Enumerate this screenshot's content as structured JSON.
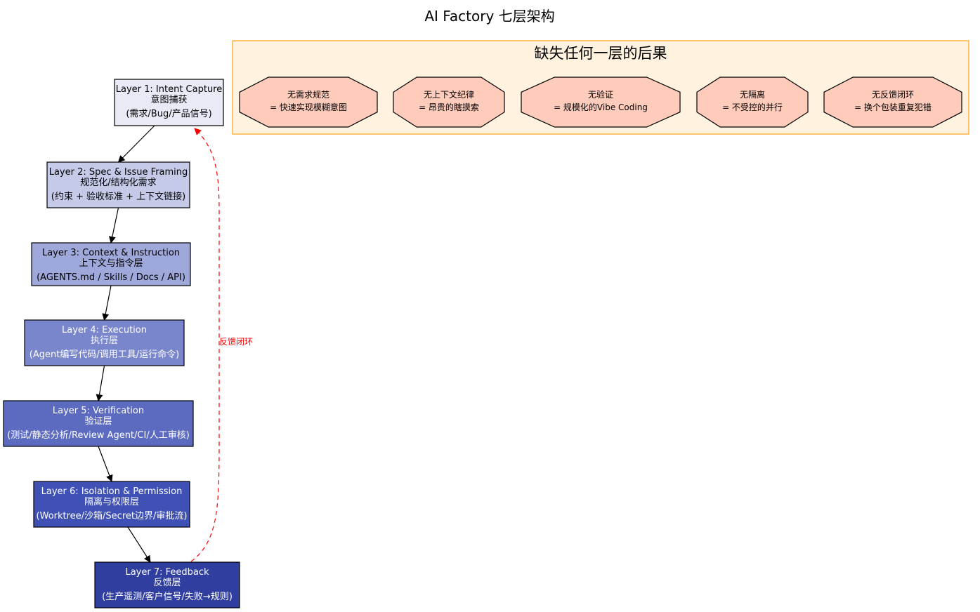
{
  "title": "AI Factory 七层架构",
  "layers": [
    {
      "line1": "Layer 1: Intent Capture",
      "line2": "意图捕获",
      "line3": "(需求/Bug/产品信号)",
      "fill": "#e8eaf6",
      "text_color": "#000000"
    },
    {
      "line1": "Layer 2: Spec & Issue Framing",
      "line2": "规范化/结构化需求",
      "line3": "(约束 + 验收标准 + 上下文链接)",
      "fill": "#c5cae9",
      "text_color": "#000000"
    },
    {
      "line1": "Layer 3: Context & Instruction",
      "line2": "上下文与指令层",
      "line3": "(AGENTS.md / Skills / Docs / API)",
      "fill": "#9fa8da",
      "text_color": "#000000"
    },
    {
      "line1": "Layer 4: Execution",
      "line2": "执行层",
      "line3": "(Agent编写代码/调用工具/运行命令)",
      "fill": "#7986cb",
      "text_color": "#ffffff"
    },
    {
      "line1": "Layer 5: Verification",
      "line2": "验证层",
      "line3": "(测试/静态分析/Review Agent/CI/人工审核)",
      "fill": "#5c6bc0",
      "text_color": "#ffffff"
    },
    {
      "line1": "Layer 6: Isolation & Permission",
      "line2": "隔离与权限层",
      "line3": "(Worktree/沙箱/Secret边界/审批流)",
      "fill": "#3f51b5",
      "text_color": "#ffffff"
    },
    {
      "line1": "Layer 7: Feedback",
      "line2": "反馈层",
      "line3": "(生产遥测/客户信号/失败→规则)",
      "fill": "#303f9f",
      "text_color": "#ffffff"
    }
  ],
  "feedback_edge": {
    "label": "反馈闭环",
    "color": "#ff0000"
  },
  "consequences": {
    "title": "缺失任何一层的后果",
    "cluster_fill": "#fff3e0",
    "cluster_border": "#ffa726",
    "node_fill": "#ffccbc",
    "items": [
      {
        "line1": "无需求规范",
        "line2": "= 快速实现模糊意图"
      },
      {
        "line1": "无上下文纪律",
        "line2": "= 昂贵的瞎摸索"
      },
      {
        "line1": "无验证",
        "line2": "= 规模化的Vibe Coding"
      },
      {
        "line1": "无隔离",
        "line2": "= 不受控的并行"
      },
      {
        "line1": "无反馈闭环",
        "line2": "= 换个包装重复犯错"
      }
    ]
  }
}
